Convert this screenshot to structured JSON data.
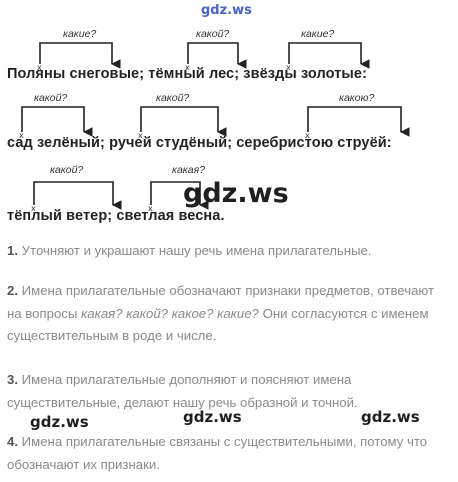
{
  "watermarks": {
    "top": "gdz.ws",
    "center": "gdz.ws",
    "bottom_left": "gdz.ws",
    "bottom_center": "gdz.ws",
    "bottom_right": "gdz.ws"
  },
  "phrases": {
    "line1": "Поляны снеговые; тёмный лес; звёзды золотые:",
    "line2": "сад зелёный; ручей студёный; серебристою струёй:",
    "line3": "тёплый ветер; светлая весна."
  },
  "questions": {
    "q1": "какие?",
    "q2": "какой?",
    "q3": "какие?",
    "q4": "какой?",
    "q5": "какой?",
    "q6": "какою?",
    "q7": "какой?",
    "q8": "какая?"
  },
  "answers": [
    {
      "num": "1.",
      "text": "Уточняют и украшают нашу речь имена прилагательные."
    },
    {
      "num": "2.",
      "text_before": "Имена прилагательные обозначают признаки предметов, отвечают на вопросы ",
      "italic": "какая? какой? какое? какие?",
      "text_after": " Они согласуются с именем существительным в роде и числе."
    },
    {
      "num": "3.",
      "text": "Имена прилагательные дополняют и поясняют имена существительные, делают нашу речь образной и точной."
    },
    {
      "num": "4.",
      "text": "Имена прилагательные связаны с существительными, потому что обозначают их признаки."
    }
  ]
}
